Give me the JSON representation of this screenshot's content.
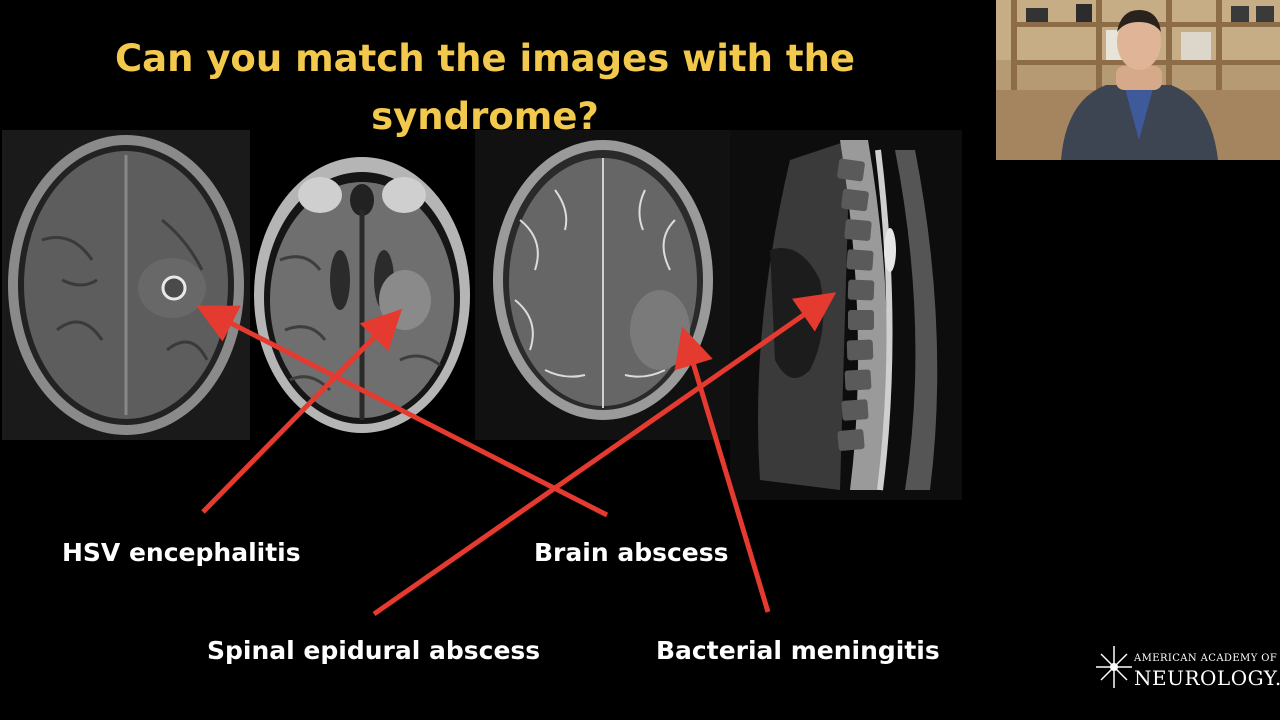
{
  "slide": {
    "title": "Can you match the images with the syndrome?",
    "labels": {
      "hsv": "HSV encephalitis",
      "brain_abscess": "Brain abscess",
      "spinal": "Spinal epidural abscess",
      "meningitis": "Bacterial meningitis"
    },
    "colors": {
      "title": "#f2c94c",
      "arrow": "#e53a2f",
      "background": "#000000"
    }
  },
  "logo": {
    "line1": "AMERICAN ACADEMY OF",
    "line2": "NEUROLOGY.",
    "icon": "starburst-icon"
  }
}
